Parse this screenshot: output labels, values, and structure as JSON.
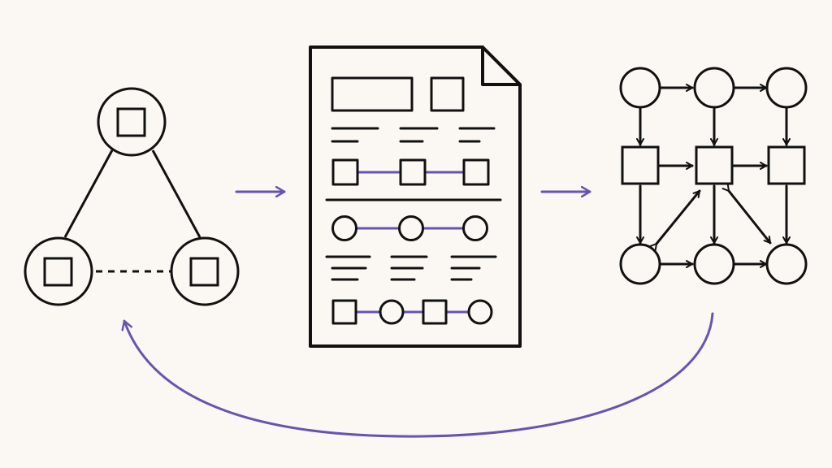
{
  "colors": {
    "background": "#FBF8F3",
    "ink": "#111111",
    "accent": "#6A52B3"
  },
  "left_cluster": {
    "nodes": [
      {
        "name": "top-node",
        "shape": "circle-with-square"
      },
      {
        "name": "bottom-left-node",
        "shape": "circle-with-square"
      },
      {
        "name": "bottom-right-node",
        "shape": "circle-with-square"
      }
    ],
    "edges": [
      {
        "from": "top-node",
        "to": "bottom-left-node",
        "style": "solid"
      },
      {
        "from": "top-node",
        "to": "bottom-right-node",
        "style": "solid"
      },
      {
        "from": "bottom-left-node",
        "to": "bottom-right-node",
        "style": "dashed"
      }
    ]
  },
  "document": {
    "icon": "document-icon",
    "sections": [
      {
        "type": "header-blocks"
      },
      {
        "type": "text-lines"
      },
      {
        "type": "square-chain",
        "count": 3
      },
      {
        "type": "divider"
      },
      {
        "type": "circle-chain",
        "count": 3
      },
      {
        "type": "text-lines"
      },
      {
        "type": "mixed-chain",
        "pattern": [
          "square",
          "circle",
          "square",
          "circle"
        ]
      }
    ]
  },
  "right_grid": {
    "rows": [
      [
        "circle",
        "circle",
        "circle"
      ],
      [
        "square",
        "square",
        "square"
      ],
      [
        "circle",
        "circle",
        "circle"
      ]
    ]
  },
  "flow_arrows": [
    {
      "name": "arrow-cluster-to-document",
      "direction": "right"
    },
    {
      "name": "arrow-document-to-grid",
      "direction": "right"
    },
    {
      "name": "feedback-curve-arrow",
      "direction": "back-to-start"
    }
  ]
}
